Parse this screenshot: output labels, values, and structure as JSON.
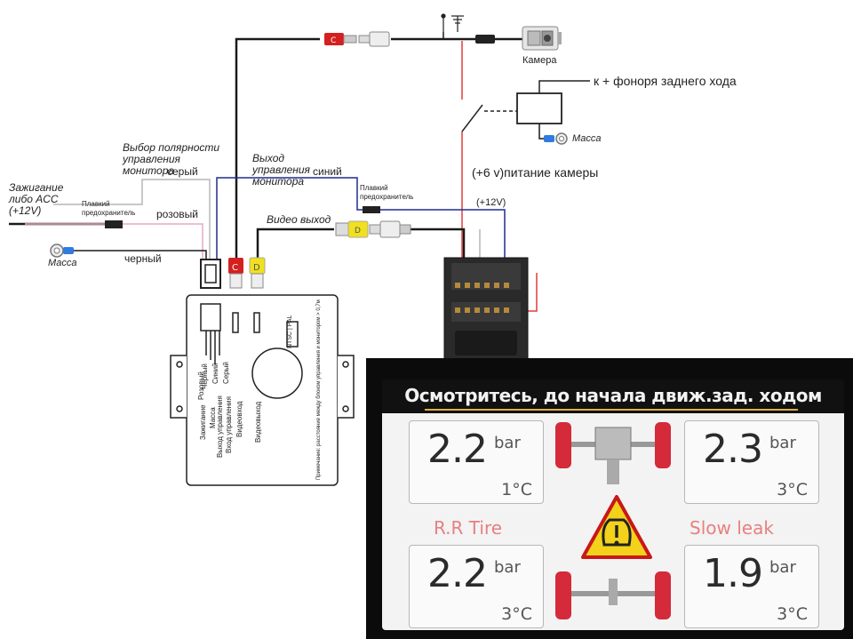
{
  "labels": {
    "camera": "Камера",
    "reverse_light": "к + фоноря заднего хода",
    "mass_right": "Масса",
    "camera_power": "(+6 v)питание  камеры",
    "plus12_right": "(+12V)",
    "fuse_right": "Плавкий предохранитель",
    "fuse_left": "Плавкий предохранитель",
    "monitor_control_title": "Выход управления монитора",
    "monitor_control_color": "синий",
    "polarity_title": "Выбор полярности управления монитора",
    "polarity_color": "серый",
    "ignition": "Зажигание либо ACC (+12V)",
    "pink": "розовый",
    "video_out": "Видео выход",
    "mass_left": "Масса",
    "black": "черный",
    "rca_red": "C",
    "rca_yellow": "D",
    "mod_pink": "Розовый",
    "mod_black": "Черный",
    "mod_blue": "Синий",
    "mod_gray": "Серый",
    "mod_ignition": "Зажигание",
    "mod_mass": "Масса",
    "mod_out_ctrl": "Выход управления",
    "mod_in_ctrl": "Вход управления",
    "mod_video_in": "Видеовход",
    "mod_video_out": "Видеовыход",
    "mod_ntsc_pal": "NTSC | PAL",
    "mod_note": "Примечание: расстояние между блоком управления и монитором > 0,7м"
  },
  "screen": {
    "title": "Осмотритесь, до начала движ.зад. ходом",
    "tires": {
      "front_left": {
        "pressure": "2.2",
        "unit": "bar",
        "temp": "1°C"
      },
      "front_right": {
        "pressure": "2.3",
        "unit": "bar",
        "temp": "3°C"
      },
      "rear_left": {
        "pressure": "2.2",
        "unit": "bar",
        "temp": "3°C"
      },
      "rear_right": {
        "pressure": "1.9",
        "unit": "bar",
        "temp": "3°C"
      }
    },
    "status_left": "R.R Tire",
    "status_right": "Slow leak",
    "warning_icon": "tire-pressure-warning-icon"
  },
  "colors": {
    "wire_black": "#1a1a1a",
    "wire_red": "#e23b3b",
    "wire_blue": "#1f2d8f",
    "wire_gray": "#b0b0b0",
    "wire_pink": "#e6a8c8",
    "rca_red": "#d42020",
    "rca_yellow": "#f0e020",
    "warning_yellow": "#f2d21a",
    "tire_red": "#d42a3a"
  }
}
